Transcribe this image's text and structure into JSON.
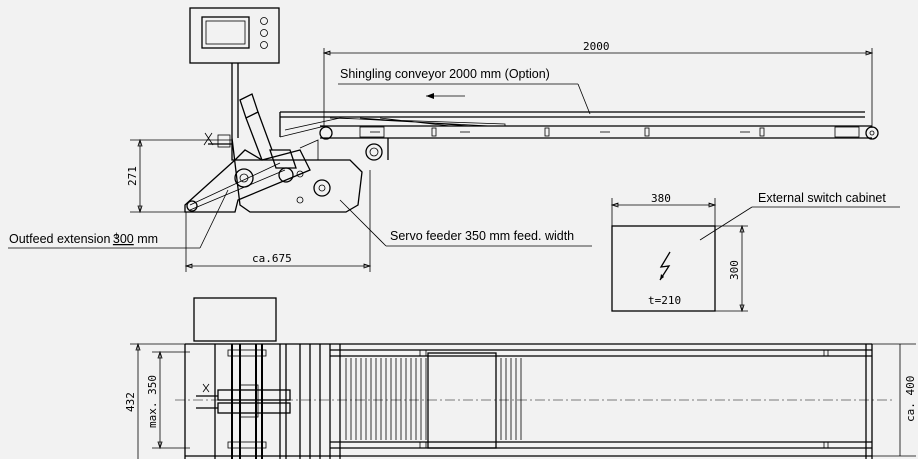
{
  "labels": {
    "shingling_conveyor": "Shingling conveyor 2000 mm (Option)",
    "outfeed_extension": "Outfeed extension ",
    "outfeed_value": "300",
    "outfeed_tol": "±",
    "outfeed_unit": " mm",
    "servo_feeder": "Servo feeder 350 mm feed. width",
    "external_cabinet": "External switch cabinet"
  },
  "dimensions": {
    "conveyor_length": "2000",
    "height_271": "271",
    "length_675": "ca.675",
    "cabinet_width": "380",
    "cabinet_height": "300",
    "cabinet_depth": "t=210",
    "width_432": "432",
    "max_350": "max. 350",
    "ca_400": "ca. 400"
  },
  "icons": {
    "cabinet_symbol": "lightning-bolt-icon",
    "direction": "arrow-left-icon"
  }
}
